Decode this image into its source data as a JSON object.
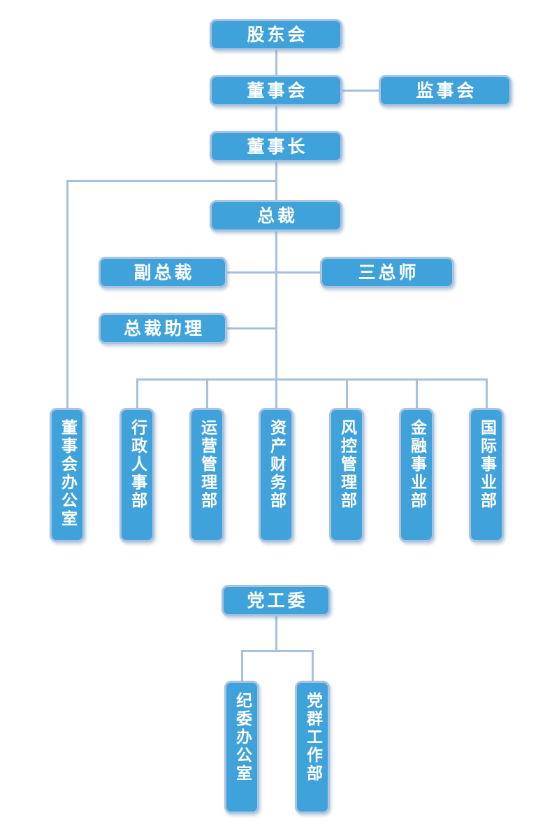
{
  "diagram": {
    "type": "org-chart",
    "colors": {
      "node_fill": "#3FA2DB",
      "node_border": "#A9C3E0",
      "connector": "#A7C0DC",
      "node_text": "#FFFFFF",
      "background": "#FFFFFF"
    },
    "nodes": {
      "shareholders": "股东会",
      "board": "董事会",
      "supervisory": "监事会",
      "chairman": "董事长",
      "president": "总裁",
      "vice_president": "副总裁",
      "three_chiefs": "三总师",
      "president_assistant": "总裁助理",
      "board_office": "董事会办公室",
      "admin_hr": "行政人事部",
      "operations": "运营管理部",
      "asset_finance": "资产财务部",
      "risk_control": "风控管理部",
      "financial_business": "金融事业部",
      "international_business": "国际事业部",
      "party_committee": "党工委",
      "discipline_office": "纪委办公室",
      "party_mass_work": "党群工作部"
    },
    "edges": [
      [
        "shareholders",
        "board"
      ],
      [
        "board",
        "supervisory"
      ],
      [
        "board",
        "chairman"
      ],
      [
        "chairman",
        "president"
      ],
      [
        "chairman",
        "board_office"
      ],
      [
        "president",
        "vice_president"
      ],
      [
        "president",
        "three_chiefs"
      ],
      [
        "president",
        "president_assistant"
      ],
      [
        "president",
        "admin_hr"
      ],
      [
        "president",
        "operations"
      ],
      [
        "president",
        "asset_finance"
      ],
      [
        "president",
        "risk_control"
      ],
      [
        "president",
        "financial_business"
      ],
      [
        "president",
        "international_business"
      ],
      [
        "party_committee",
        "discipline_office"
      ],
      [
        "party_committee",
        "party_mass_work"
      ]
    ]
  }
}
